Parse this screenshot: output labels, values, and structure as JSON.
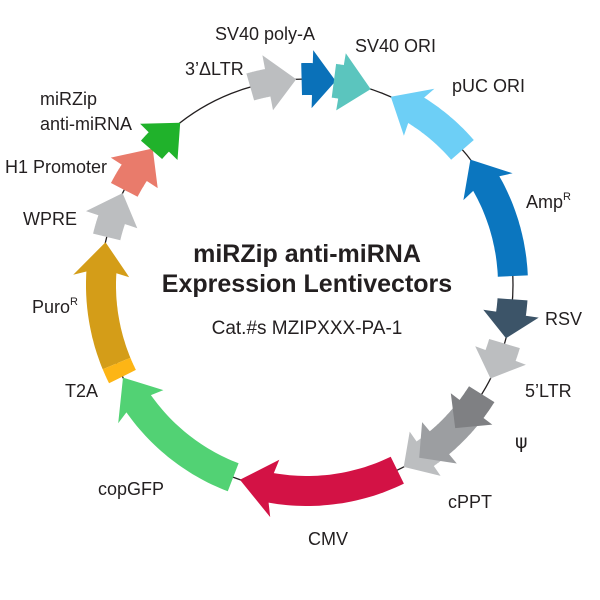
{
  "title": {
    "line1": "miRZip anti-miRNA",
    "line2": "Expression Lentivectors",
    "catalog": "Cat.#s MZIPXXX-PA-1"
  },
  "map": {
    "backbone_color": "#231f20",
    "text_color": "#231f20"
  },
  "features": [
    {
      "id": "ltr3",
      "label": "3’ΔLTR",
      "color": "#bcbec0",
      "direction": "clockwise"
    },
    {
      "id": "sv40_polya",
      "label": "SV40 poly-A",
      "color": "#0a71b9",
      "direction": "clockwise"
    },
    {
      "id": "sv40_ori",
      "label": "SV40 ORI",
      "color": "#5bc5be",
      "direction": "clockwise"
    },
    {
      "id": "puc_ori",
      "label": "pUC ORI",
      "color": "#6dcff6",
      "direction": "counterclockwise"
    },
    {
      "id": "amp",
      "label": "Amp",
      "superscript": "R",
      "color": "#0b76bf",
      "direction": "counterclockwise"
    },
    {
      "id": "rsv",
      "label": "RSV",
      "color": "#3c5468",
      "direction": "clockwise"
    },
    {
      "id": "ltr5",
      "label": "5’LTR",
      "color": "#bcbec0",
      "direction": "clockwise"
    },
    {
      "id": "psi",
      "label": "ψ",
      "color": "#7f8083",
      "direction": "clockwise"
    },
    {
      "id": "psi_region",
      "label": "",
      "color": "#9c9ea1",
      "direction": "clockwise"
    },
    {
      "id": "cppt",
      "label": "cPPT",
      "color": "#bcbec0",
      "direction": "clockwise"
    },
    {
      "id": "cmv",
      "label": "CMV",
      "color": "#d31245",
      "direction": "clockwise"
    },
    {
      "id": "copgfp",
      "label": "copGFP",
      "color": "#52d274",
      "direction": "clockwise"
    },
    {
      "id": "t2a",
      "label": "T2A",
      "color": "#fdb515",
      "direction": "none"
    },
    {
      "id": "puro",
      "label": "Puro",
      "superscript": "R",
      "color": "#d49d18",
      "direction": "clockwise"
    },
    {
      "id": "wpre",
      "label": "WPRE",
      "color": "#bcbec0",
      "direction": "clockwise"
    },
    {
      "id": "h1",
      "label": "H1 Promoter",
      "color": "#e97b6b",
      "direction": "clockwise"
    },
    {
      "id": "mirzip",
      "label": "miRZip anti-miRNA",
      "label_lines": [
        "miRZip",
        "anti-miRNA"
      ],
      "color": "#20b22b",
      "direction": "clockwise"
    }
  ]
}
